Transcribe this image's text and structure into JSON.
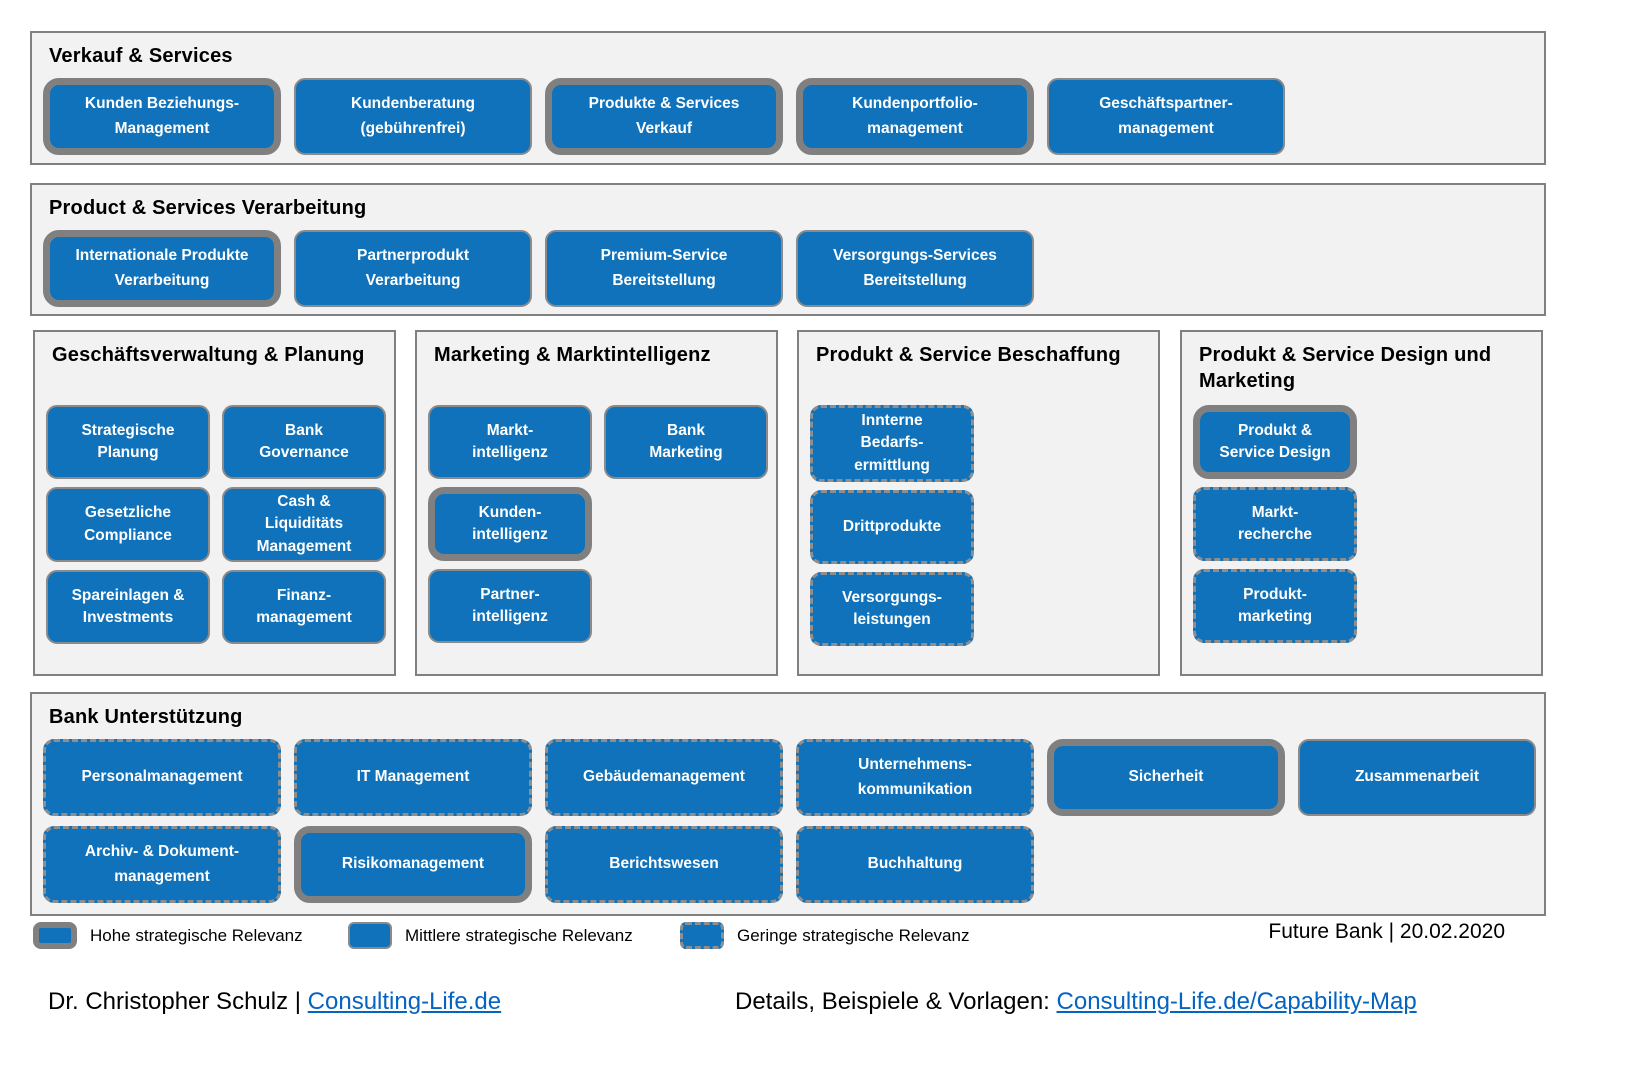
{
  "colors": {
    "capability_blue": "#1072BA",
    "relevance_border_gray": "#808080",
    "section_background": "#F2F2F2",
    "link_blue": "#0563C1"
  },
  "sections": [
    {
      "title": "Verkauf & Services",
      "rows": [
        [
          {
            "lines": [
              "Kunden Beziehungs-",
              "Management"
            ],
            "relevance": "high"
          },
          {
            "lines": [
              "Kundenberatung",
              "(gebührenfrei)"
            ],
            "relevance": "medium"
          },
          {
            "lines": [
              "Produkte & Services",
              "Verkauf"
            ],
            "relevance": "high"
          },
          {
            "lines": [
              "Kundenportfolio-",
              "management"
            ],
            "relevance": "high"
          },
          {
            "lines": [
              "Geschäftspartner-",
              "management"
            ],
            "relevance": "medium"
          }
        ]
      ]
    },
    {
      "title": "Product & Services Verarbeitung",
      "rows": [
        [
          {
            "lines": [
              "Internationale Produkte",
              "Verarbeitung"
            ],
            "relevance": "high"
          },
          {
            "lines": [
              "Partnerprodukt",
              "Verarbeitung"
            ],
            "relevance": "medium"
          },
          {
            "lines": [
              "Premium-Service",
              "Bereitstellung"
            ],
            "relevance": "medium"
          },
          {
            "lines": [
              "Versorgungs-Services",
              "Bereitstellung"
            ],
            "relevance": "medium"
          }
        ]
      ]
    },
    {
      "title": "Geschäftsverwaltung & Planung",
      "rows": [
        [
          {
            "lines": [
              "Strategische",
              "Planung"
            ],
            "relevance": "medium"
          },
          {
            "lines": [
              "Bank",
              "Governance"
            ],
            "relevance": "medium"
          }
        ],
        [
          {
            "lines": [
              "Gesetzliche",
              "Compliance"
            ],
            "relevance": "medium"
          },
          {
            "lines": [
              "Cash &",
              "Liquiditäts",
              "Management"
            ],
            "relevance": "medium"
          }
        ],
        [
          {
            "lines": [
              "Spareinlagen &",
              "Investments"
            ],
            "relevance": "medium"
          },
          {
            "lines": [
              "Finanz-",
              "management"
            ],
            "relevance": "medium"
          }
        ]
      ]
    },
    {
      "title": "Marketing & Marktintelligenz",
      "rows": [
        [
          {
            "lines": [
              "Markt-",
              "intelligenz"
            ],
            "relevance": "medium"
          },
          {
            "lines": [
              "Bank",
              "Marketing"
            ],
            "relevance": "medium"
          }
        ],
        [
          {
            "lines": [
              "Kunden-",
              "intelligenz"
            ],
            "relevance": "high"
          }
        ],
        [
          {
            "lines": [
              "Partner-",
              "intelligenz"
            ],
            "relevance": "medium"
          }
        ]
      ]
    },
    {
      "title": "Produkt & Service Beschaffung",
      "rows": [
        [
          {
            "lines": [
              "Innterne",
              "Bedarfs-",
              "ermittlung"
            ],
            "relevance": "low"
          }
        ],
        [
          {
            "lines": [
              "Drittprodukte"
            ],
            "relevance": "low"
          }
        ],
        [
          {
            "lines": [
              "Versorgungs-",
              "leistungen"
            ],
            "relevance": "low"
          }
        ]
      ]
    },
    {
      "title": "Produkt & Service Design und Marketing",
      "rows": [
        [
          {
            "lines": [
              "Produkt &",
              "Service Design"
            ],
            "relevance": "high"
          }
        ],
        [
          {
            "lines": [
              "Markt-",
              "recherche"
            ],
            "relevance": "low"
          }
        ],
        [
          {
            "lines": [
              "Produkt-",
              "marketing"
            ],
            "relevance": "low"
          }
        ]
      ]
    },
    {
      "title": "Bank Unterstützung",
      "rows": [
        [
          {
            "lines": [
              "Personalmanagement"
            ],
            "relevance": "low"
          },
          {
            "lines": [
              "IT Management"
            ],
            "relevance": "low"
          },
          {
            "lines": [
              "Gebäudemanagement"
            ],
            "relevance": "low"
          },
          {
            "lines": [
              "Unternehmens-",
              "kommunikation"
            ],
            "relevance": "low"
          },
          {
            "lines": [
              "Sicherheit"
            ],
            "relevance": "high"
          },
          {
            "lines": [
              "Zusammenarbeit"
            ],
            "relevance": "medium"
          }
        ],
        [
          {
            "lines": [
              "Archiv- & Dokument-",
              "management"
            ],
            "relevance": "low"
          },
          {
            "lines": [
              "Risikomanagement"
            ],
            "relevance": "high"
          },
          {
            "lines": [
              "Berichtswesen"
            ],
            "relevance": "low"
          },
          {
            "lines": [
              "Buchhaltung"
            ],
            "relevance": "low"
          }
        ]
      ]
    }
  ],
  "legend": {
    "items": [
      {
        "label": "Hohe strategische Relevanz",
        "relevance": "high"
      },
      {
        "label": "Mittlere strategische Relevanz",
        "relevance": "medium"
      },
      {
        "label": "Geringe strategische Relevanz",
        "relevance": "low"
      }
    ],
    "right_text": "Future Bank | 20.02.2020"
  },
  "footer": {
    "author_prefix": "Dr. Christopher Schulz | ",
    "author_link": "Consulting-Life.de",
    "details_prefix": "Details, Beispiele & Vorlagen: ",
    "details_link": "Consulting-Life.de/Capability-Map"
  }
}
